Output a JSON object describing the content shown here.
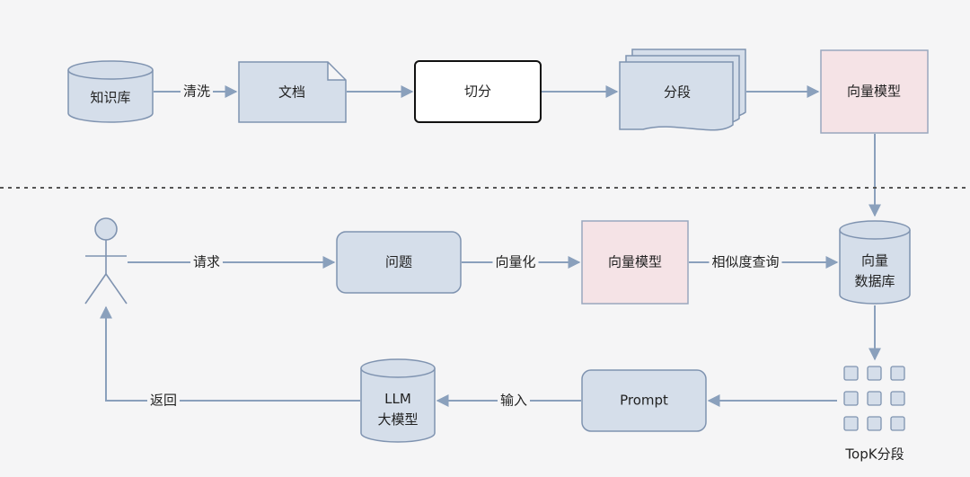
{
  "nodes": {
    "kb": "知识库",
    "doc": "文档",
    "chunk": "切分",
    "segments": "分段",
    "embed_top": "向量模型",
    "vector_db": "向量\n数据库",
    "question": "问题",
    "embed_bottom": "向量模型",
    "topk": "TopK分段",
    "prompt": "Prompt",
    "llm": "LLM\n大模型"
  },
  "edges": {
    "clean": "清洗",
    "request": "请求",
    "vectorize": "向量化",
    "similarity": "相似度查询",
    "input": "输入",
    "return": "返回"
  },
  "colors": {
    "box_blue": "#d5deea",
    "box_pink": "#f5e3e6",
    "stroke": "#7f93b0",
    "arrow": "#8aa0bc"
  }
}
